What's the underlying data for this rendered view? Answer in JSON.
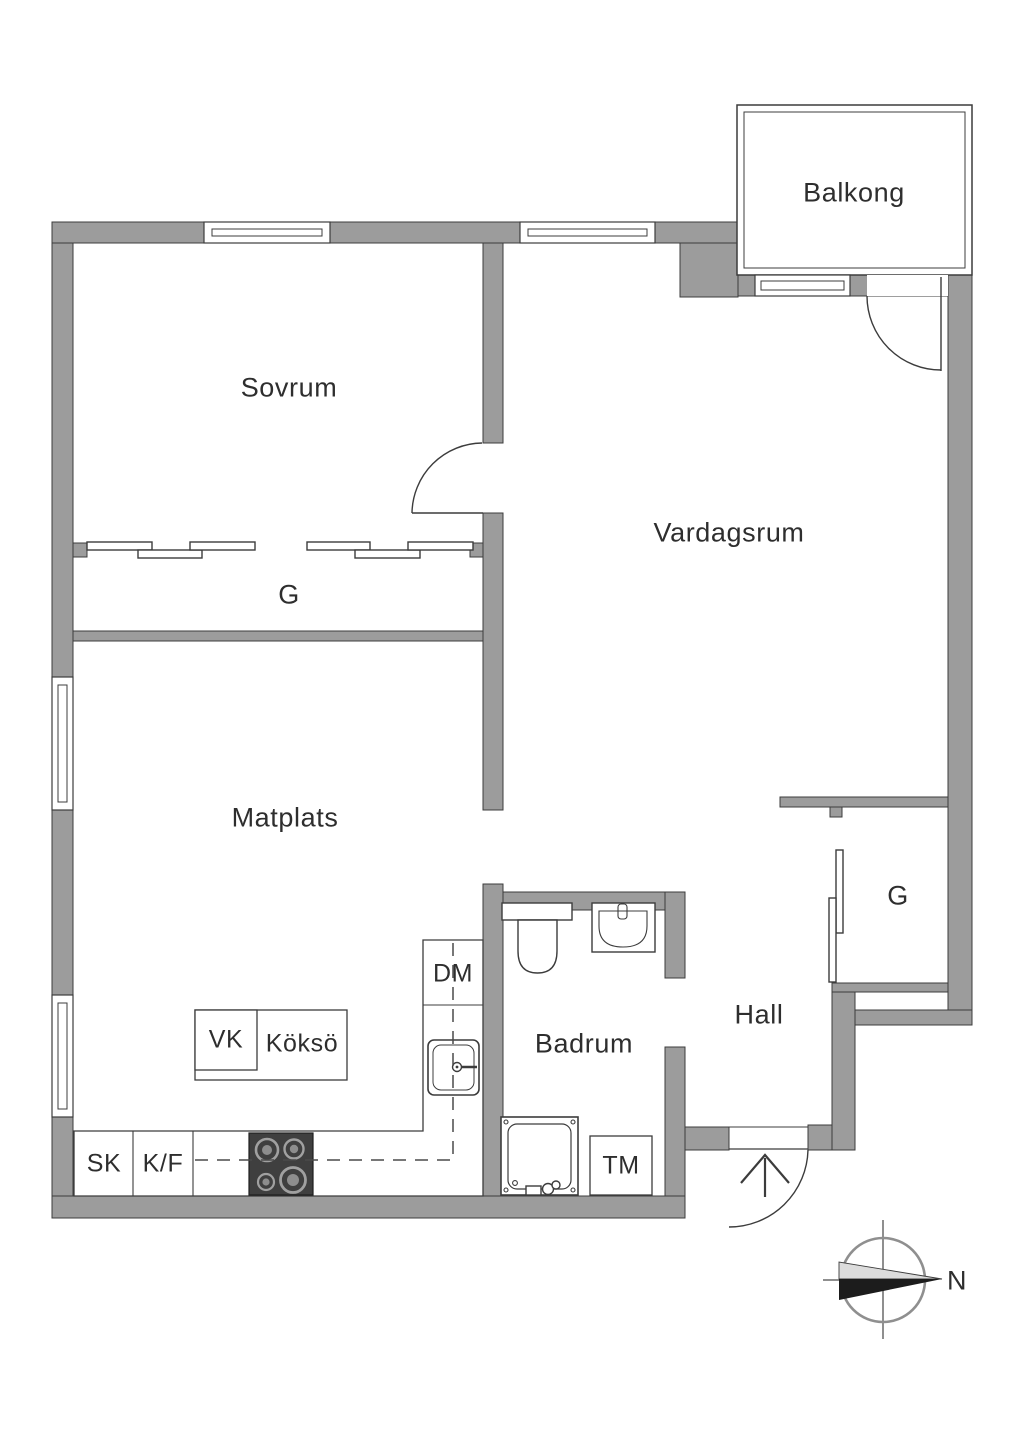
{
  "rooms": {
    "sovrum": {
      "label": "Sovrum"
    },
    "vardagsrum": {
      "label": "Vardagsrum"
    },
    "balkong": {
      "label": "Balkong"
    },
    "matplats": {
      "label": "Matplats"
    },
    "hall": {
      "label": "Hall"
    },
    "badrum": {
      "label": "Badrum"
    },
    "closet_bedroom": {
      "label": "G"
    },
    "closet_hall": {
      "label": "G"
    }
  },
  "kitchen": {
    "dishwasher_label": "DM",
    "appliance_vk_label": "VK",
    "island_label": "Köksö",
    "cabinet_label": "SK",
    "fridge_freezer_label": "K/F"
  },
  "laundry": {
    "washing_machine_label": "TM"
  },
  "compass": {
    "north_label": "N"
  },
  "colors": {
    "wall_fill": "#9c9c9c",
    "outline": "#3c3c3c",
    "stove_fill": "#3f3f3f",
    "background": "#ffffff",
    "compass_ring": "#8f8f8f"
  }
}
